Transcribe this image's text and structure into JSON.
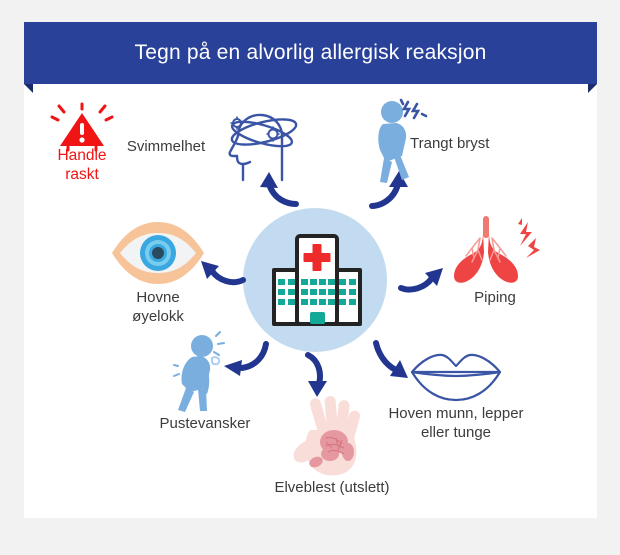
{
  "page": {
    "background_color": "#f2f2f2",
    "card_background": "#ffffff"
  },
  "banner": {
    "title": "Tegn på en alvorlig allergisk reaksjon",
    "background_color": "#2a4199",
    "fold_color": "#1b2c6b",
    "text_color": "#ffffff"
  },
  "center": {
    "icon": "hospital-icon",
    "circle_color": "#c3dbf0",
    "cross_color": "#ee2b2b",
    "window_color": "#14a898",
    "outline_color": "#232323"
  },
  "alert": {
    "icon": "warning-triangle-icon",
    "line1": "Handle",
    "line2": "raskt",
    "color": "#f01414"
  },
  "symptoms": [
    {
      "id": "dizziness",
      "label": "Svimmelhet",
      "icon": "dizzy-head-icon",
      "color": "#3b55a6"
    },
    {
      "id": "chest-tightness",
      "label": "Trangt bryst",
      "icon": "chest-pain-person-icon",
      "color": "#79aede"
    },
    {
      "id": "wheezing",
      "label": "Piping",
      "icon": "lungs-icon",
      "color": "#ef4444"
    },
    {
      "id": "swollen-mouth",
      "label": "Hoven munn, lepper\neller tunge",
      "icon": "lips-icon",
      "color": "#3b55a6"
    },
    {
      "id": "hives",
      "label": "Elveblest (utslett)",
      "icon": "hand-rash-icon",
      "color": "#f9ddd9"
    },
    {
      "id": "breathing-difficulty",
      "label": "Pustevansker",
      "icon": "breathing-difficulty-person-icon",
      "color": "#79aede"
    },
    {
      "id": "swollen-eyelids",
      "label": "Hovne\nøyelokk",
      "icon": "swollen-eye-icon",
      "color": "#f7c49a"
    }
  ],
  "arrows": {
    "color": "#22368f",
    "count": 6,
    "directions": [
      "up-left-to-dizziness",
      "up-right-to-chest",
      "right-to-lungs",
      "down-right-to-mouth",
      "down-to-hives",
      "left-to-eye",
      "down-left-to-breathing"
    ]
  }
}
